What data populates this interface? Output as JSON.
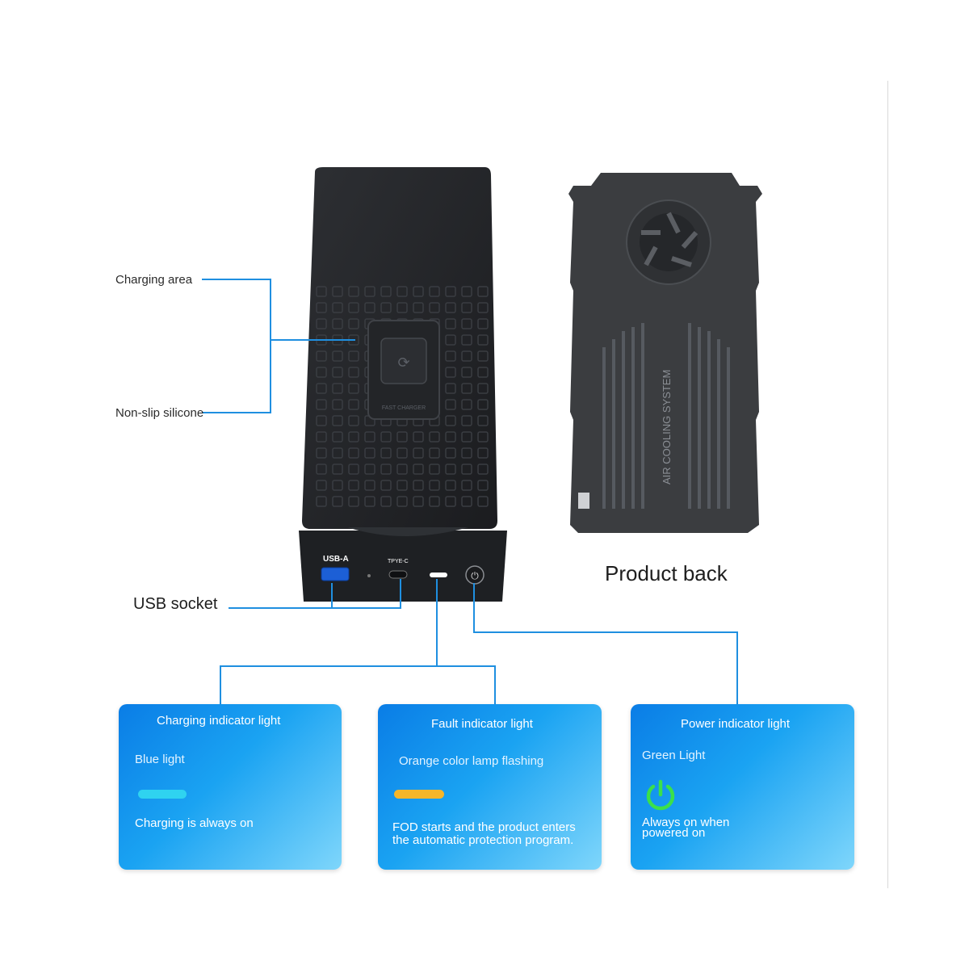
{
  "labels": {
    "charging_area": "Charging area",
    "non_slip": "Non-slip silicone",
    "usb_socket": "USB socket",
    "product_back": "Product back"
  },
  "device": {
    "usb_a": "USB-A",
    "type_c": "TPYE-C",
    "badge": "FAST CHARGER",
    "back_text": "AIR COOLING SYSTEM"
  },
  "cards": [
    {
      "title": "Charging indicator light",
      "subtitle": "Blue light",
      "description": "Charging is always on",
      "color": "#2fd3f0"
    },
    {
      "title": "Fault indicator light",
      "subtitle": "Orange color lamp flashing",
      "description": "FOD starts and the product enters the automatic protection program.",
      "color": "#f5b62a"
    },
    {
      "title": "Power indicator light",
      "subtitle": "Green Light",
      "description": "Always on when powered on",
      "color": "#3be04a"
    }
  ],
  "colors": {
    "wire": "#1f8fe0",
    "device": "#26282b",
    "back": "#3b3d40"
  }
}
